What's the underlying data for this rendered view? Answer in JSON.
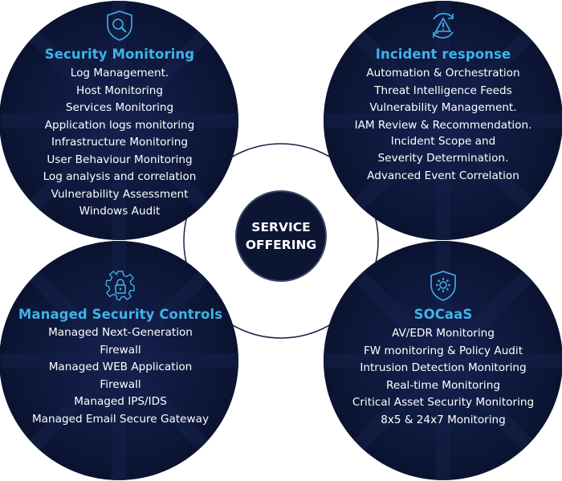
{
  "center": {
    "line1": "SERVICE",
    "line2": "OFFERING"
  },
  "panels": {
    "top_left": {
      "title": "Security Monitoring",
      "icon": "shield-search-icon",
      "items": [
        "Log Management.",
        "Host Monitoring",
        "Services Monitoring",
        "Application logs monitoring",
        "Infrastructure Monitoring",
        "User Behaviour Monitoring",
        "Log analysis and correlation",
        "Vulnerability Assessment",
        "Windows Audit"
      ]
    },
    "top_right": {
      "title": "Incident response",
      "icon": "alert-cycle-icon",
      "items": [
        "Automation & Orchestration",
        "Threat Intelligence Feeds",
        "Vulnerability Management.",
        "IAM Review & Recommendation.",
        "Incident Scope and",
        "Severity Determination.",
        "Advanced Event  Correlation"
      ]
    },
    "bottom_left": {
      "title": "Managed Security Controls",
      "icon": "gear-lock-icon",
      "items": [
        "Managed Next-Generation",
        "Firewall",
        "Managed WEB Application",
        "Firewall",
        "Managed IPS/IDS",
        "Managed Email Secure Gateway"
      ]
    },
    "bottom_right": {
      "title": "SOCaaS",
      "icon": "shield-gear-icon",
      "items": [
        "AV/EDR Monitoring",
        "FW monitoring & Policy Audit",
        "Intrusion Detection Monitoring",
        "Real-time Monitoring",
        "Critical Asset Security Monitoring",
        "8x5 & 24x7 Monitoring"
      ]
    }
  },
  "colors": {
    "circle_fill": "#0b1533",
    "accent": "#3fb3e8",
    "text": "#ffffff"
  }
}
